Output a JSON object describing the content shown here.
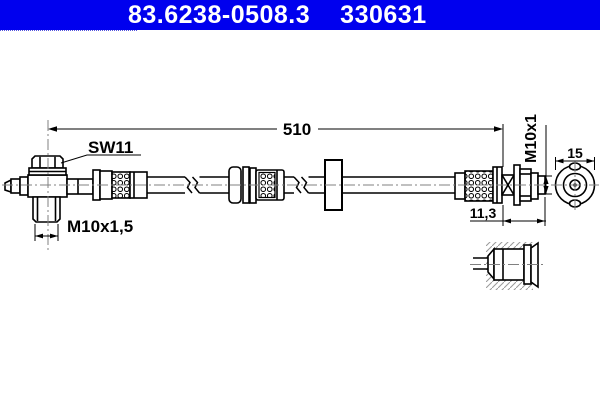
{
  "header": {
    "part_number": "83.6238-0508.3",
    "ref_number": "330631",
    "bg_color": "#0000EE",
    "text_color": "#FFFFFF"
  },
  "drawing": {
    "labels": {
      "total_length": "510",
      "wrench_size": "SW11",
      "thread_left": "M10x1,5",
      "thread_right": "M10x1",
      "end_offset": "11,3",
      "flange_diameter": "15"
    },
    "colors": {
      "line": "#000000",
      "centerline": "#808080",
      "hatch": "#999999"
    }
  }
}
